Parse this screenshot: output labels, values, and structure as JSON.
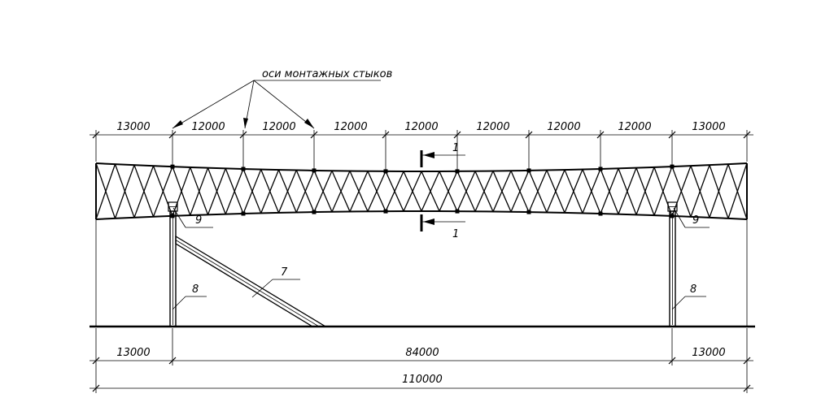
{
  "annotation": {
    "assembly_joints_label": "оси монтажных стыков"
  },
  "top_dimensions": [
    "13000",
    "12000",
    "12000",
    "12000",
    "12000",
    "12000",
    "12000",
    "12000",
    "13000"
  ],
  "bottom_dimensions": [
    "13000",
    "84000",
    "13000"
  ],
  "overall_dimension": "110000",
  "section": {
    "label_top": "1",
    "label_bottom": "1"
  },
  "callouts": {
    "left_bearing": "9",
    "right_bearing": "9",
    "brace": "7",
    "left_column": "8",
    "right_column": "8"
  }
}
